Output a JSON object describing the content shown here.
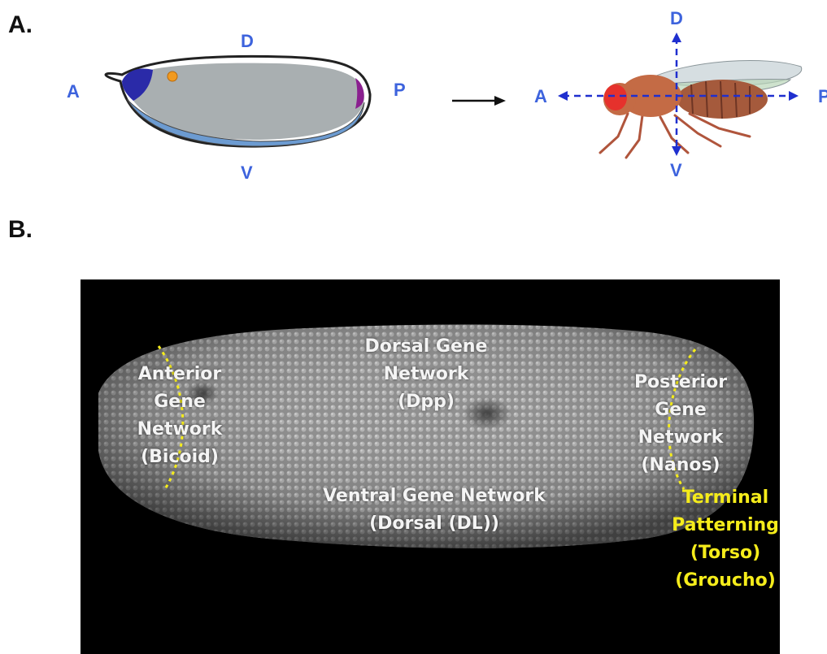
{
  "panels": {
    "a_label": "A.",
    "b_label": "B."
  },
  "panel_a": {
    "embryo_axes": {
      "dorsal": "D",
      "ventral": "V",
      "anterior": "A",
      "posterior": "P"
    },
    "fly_axes": {
      "dorsal": "D",
      "ventral": "V",
      "anterior": "A",
      "posterior": "P"
    }
  },
  "panel_b": {
    "anterior": {
      "line1": "Anterior",
      "line2": "Gene",
      "line3": "Network",
      "line4": "(Bicoid)"
    },
    "dorsal": {
      "line1": "Dorsal Gene",
      "line2": "Network",
      "line3": "(Dpp)"
    },
    "posterior": {
      "line1": "Posterior",
      "line2": "Gene",
      "line3": "Network",
      "line4": "(Nanos)"
    },
    "ventral": {
      "line1": "Ventral Gene Network",
      "line2": "(Dorsal (DL))"
    },
    "terminal": {
      "line1": "Terminal",
      "line2": "Patterning",
      "line3": "(Torso)",
      "line4": "(Groucho)"
    }
  },
  "colors": {
    "axis_blue": "#3d63dd",
    "embryo_fill": "#a9afb1",
    "ventral_band": "#6c9bd1",
    "anterior_pole": "#2a2aa8",
    "posterior_pole": "#8a1f8f",
    "nucleus": "#f29a1f",
    "highlight_yellow": "#f5ec1b",
    "fly_axis_line": "#1f2fcf"
  }
}
